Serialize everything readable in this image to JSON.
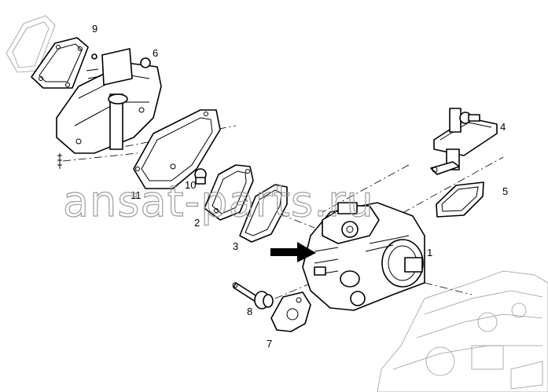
{
  "callouts": [
    {
      "id": "1",
      "label": "1"
    },
    {
      "id": "2",
      "label": "2"
    },
    {
      "id": "3",
      "label": "3"
    },
    {
      "id": "4",
      "label": "4"
    },
    {
      "id": "5",
      "label": "5"
    },
    {
      "id": "6",
      "label": "6"
    },
    {
      "id": "7",
      "label": "7"
    },
    {
      "id": "8",
      "label": "8"
    },
    {
      "id": "9",
      "label": "9"
    },
    {
      "id": "10",
      "label": "10"
    },
    {
      "id": "11",
      "label": "11"
    }
  ],
  "watermark": "ansat-parts.ru",
  "colors": {
    "line": "#000000",
    "background": "#ffffff",
    "watermark": "#9c9c9c"
  }
}
